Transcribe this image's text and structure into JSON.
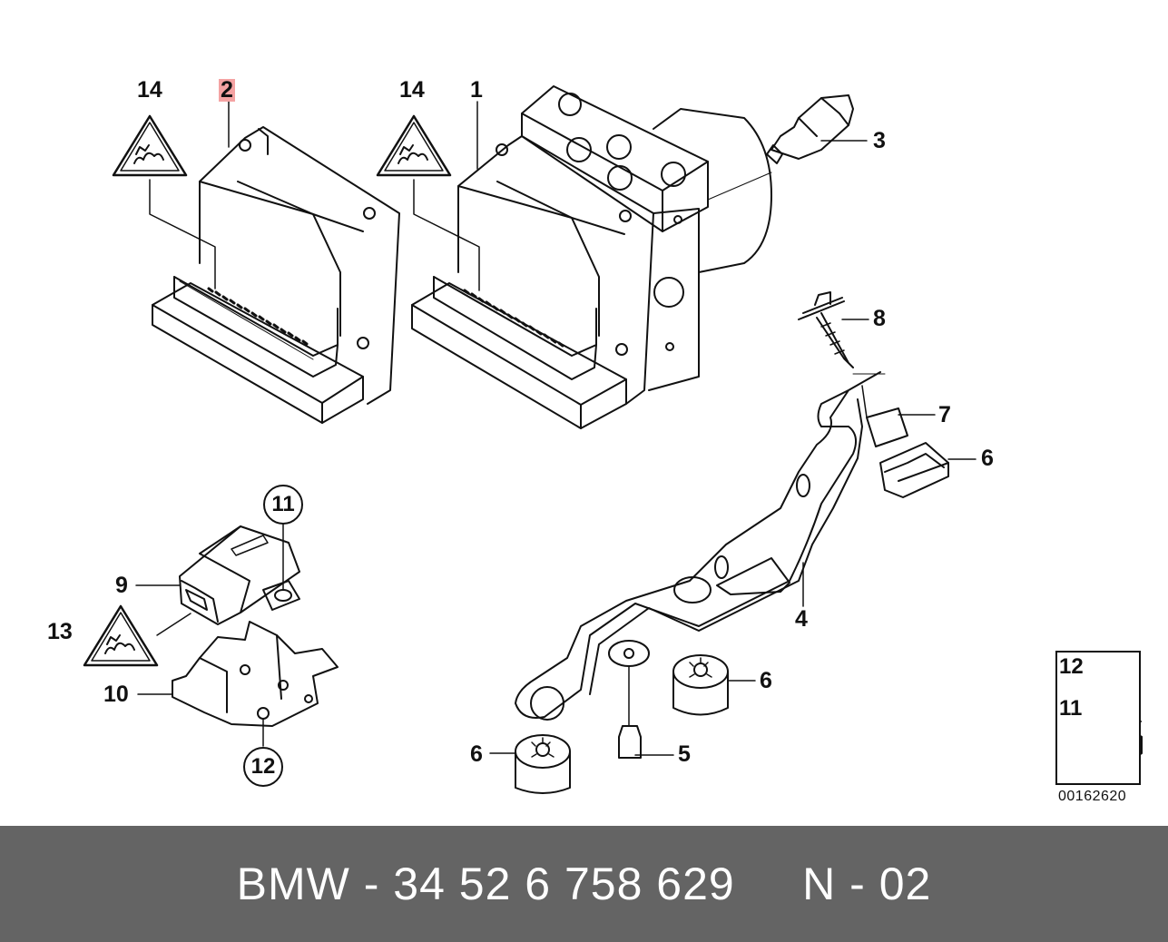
{
  "diagram": {
    "labels": {
      "l14a": "14",
      "l2": "2",
      "l14b": "14",
      "l1": "1",
      "l3": "3",
      "l8": "8",
      "l7": "7",
      "l6a": "6",
      "l4": "4",
      "l6b": "6",
      "l5": "5",
      "l6c": "6",
      "l9": "9",
      "l13": "13",
      "l10": "10"
    },
    "circled": {
      "c11": "11",
      "c12": "12"
    },
    "legend": {
      "top": "12",
      "bottom": "11"
    },
    "catalog_number": "00162620"
  },
  "banner": {
    "text": "BMW - 34 52 6 758 629     N - 02"
  },
  "colors": {
    "highlight": "#f4a3a3",
    "banner_bg": "#646464",
    "line": "#111111"
  }
}
